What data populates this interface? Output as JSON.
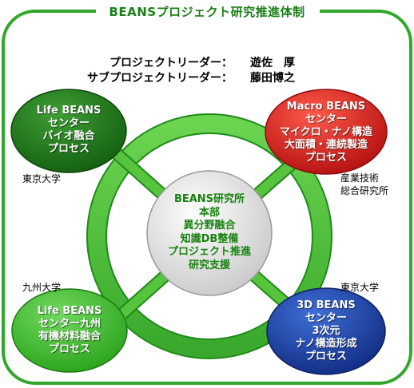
{
  "title": "BEANSプロジェクト研究推進体制",
  "leaders": {
    "leader_label": "プロジェクトリーダー：",
    "leader_name": "遊佐　厚",
    "subleader_label": "サブプロジェクトリーダー：",
    "subleader_name": "藤田博之"
  },
  "center": {
    "lines": [
      "BEANS研究所",
      "本部",
      "異分野融合",
      "知識DB整備",
      "プロジェクト推進",
      "研究支援"
    ]
  },
  "nodes": {
    "top_left": {
      "lines": [
        "Life BEANS",
        "センター",
        "バイオ融合",
        "プロセス"
      ],
      "institution": "東京大学",
      "color": "#1e7a1a"
    },
    "top_right": {
      "lines": [
        "Macro BEANS",
        "センター",
        "マイクロ・ナノ構造",
        "大面積・連続製造",
        "プロセス"
      ],
      "institution_lines": [
        "産業技術",
        "総合研究所"
      ],
      "color": "#d81f1f"
    },
    "bottom_left": {
      "lines": [
        "Life BEANS",
        "センター九州",
        "有機材料融合",
        "プロセス"
      ],
      "institution": "九州大学",
      "color": "#3fbf2e"
    },
    "bottom_right": {
      "lines": [
        "3D BEANS",
        "センター",
        "3次元",
        "ナノ構造形成",
        "プロセス"
      ],
      "institution": "東京大学",
      "color": "#1d3f9e"
    }
  },
  "colors": {
    "frame": "#2fa82a",
    "ring": "#56c43d",
    "ring_edge": "#1f8a19",
    "center_fill": "#e6e6e6"
  }
}
